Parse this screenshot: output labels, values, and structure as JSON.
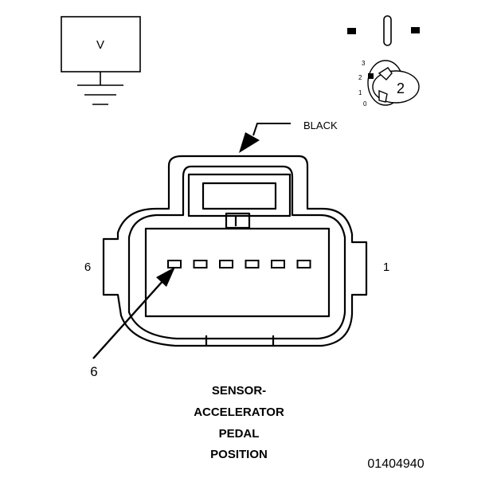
{
  "voltmeter": {
    "label": "V"
  },
  "selector_switch": {
    "position_marks": [
      "3",
      "2",
      "1",
      "0"
    ],
    "selected_label": "2"
  },
  "connector": {
    "color_label": "BLACK",
    "pin_left_label": "6",
    "pin_right_label": "1",
    "pin_callout_label": "6",
    "pin_count": 6
  },
  "component_title": [
    "SENSOR-",
    "ACCELERATOR",
    "PEDAL",
    "POSITION"
  ],
  "figure_id": "01404940"
}
